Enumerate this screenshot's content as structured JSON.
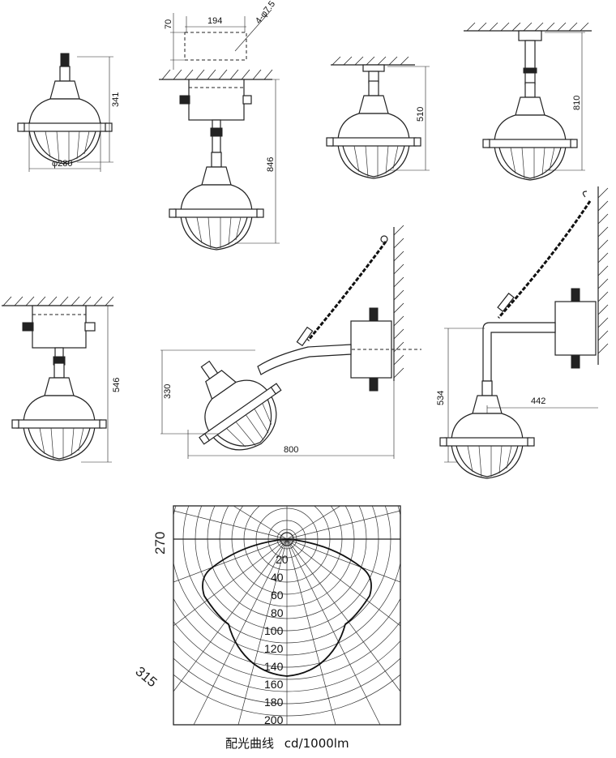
{
  "dimensions": {
    "d341": "341",
    "d280": "φ280",
    "d194": "194",
    "d70": "70",
    "hole": "4-φ7.5",
    "d846": "846",
    "d510": "510",
    "d810": "810",
    "d546": "546",
    "d330": "330",
    "d800": "800",
    "d534": "534",
    "d442": "442"
  },
  "polar": {
    "angle_270": "270",
    "angle_315": "315",
    "rings": [
      "20",
      "40",
      "60",
      "80",
      "100",
      "120",
      "140",
      "160",
      "180",
      "200"
    ]
  },
  "caption": {
    "title": "配光曲线",
    "unit": "cd/1000lm"
  }
}
